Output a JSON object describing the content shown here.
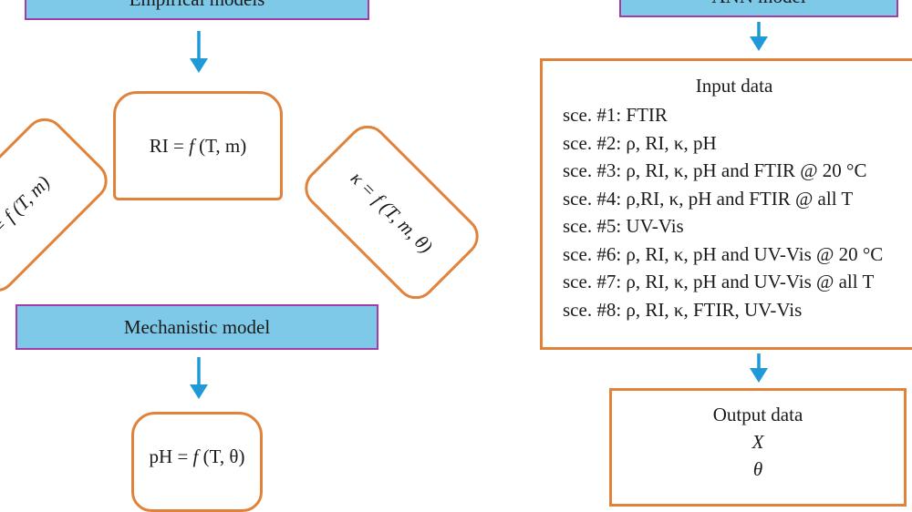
{
  "left": {
    "empirical_header": "Empirical models",
    "box_left_formula": "= f (T, m)",
    "box_center_formula_prefix": "RI = ",
    "box_center_formula_f": "f",
    "box_center_formula_args": " (T, m)",
    "box_right_formula": "κ = f (T, m, θ)",
    "mechanistic_header": "Mechanistic model",
    "ph_formula_prefix": "pH = ",
    "ph_formula_f": "f",
    "ph_formula_args": " (T, θ)"
  },
  "right": {
    "ann_header": "ANN model",
    "input_title": "Input data",
    "scenarios": [
      "sce. #1: FTIR",
      "sce. #2: ρ, RI, κ, pH",
      "sce. #3: ρ, RI, κ, pH and FTIR @ 20 °C",
      "sce. #4: ρ,RI, κ, pH and FTIR @ all T",
      "sce. #5: UV-Vis",
      "sce. #6: ρ, RI, κ, pH and UV-Vis @ 20 °C",
      "sce. #7: ρ, RI, κ, pH and UV-Vis @ all T",
      "sce. #8: ρ, RI, κ, FTIR, UV-Vis"
    ],
    "output_title": "Output data",
    "output_items": [
      "X",
      "θ"
    ]
  },
  "colors": {
    "header_fill": "#7ec8e8",
    "header_border": "#a23ca6",
    "box_border": "#e0823a",
    "arrow": "#1f9ad6"
  }
}
